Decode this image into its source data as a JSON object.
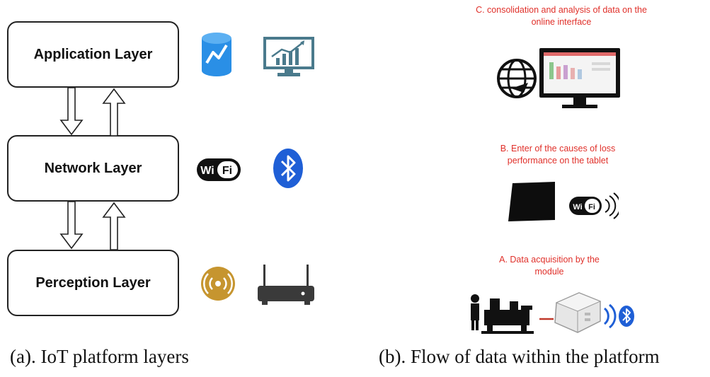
{
  "layers": [
    {
      "label": "Application Layer",
      "icons": [
        "database-chart-icon",
        "monitor-chart-icon"
      ]
    },
    {
      "label": "Network Layer",
      "icons": [
        "wifi-icon",
        "bluetooth-icon"
      ]
    },
    {
      "label": "Perception Layer",
      "icons": [
        "sensor-signal-icon",
        "router-icon"
      ]
    }
  ],
  "flow_steps": {
    "c": "C. consolidation and analysis of data on the online interface",
    "b": "B.  Enter of the causes of loss performance on the tablet",
    "a": "A. Data acquisition by the module"
  },
  "wifi_text": "Wi Fi",
  "captions": {
    "left": "(a). IoT platform layers",
    "right": "(b). Flow of data within the platform"
  },
  "colors": {
    "step_text": "#e0302a",
    "database_blue": "#2a8fe6",
    "monitor_teal": "#4a7a8c",
    "bluetooth_blue": "#1f5fd6",
    "sensor_gold": "#c6952f",
    "router_dark": "#3a3a3a"
  }
}
